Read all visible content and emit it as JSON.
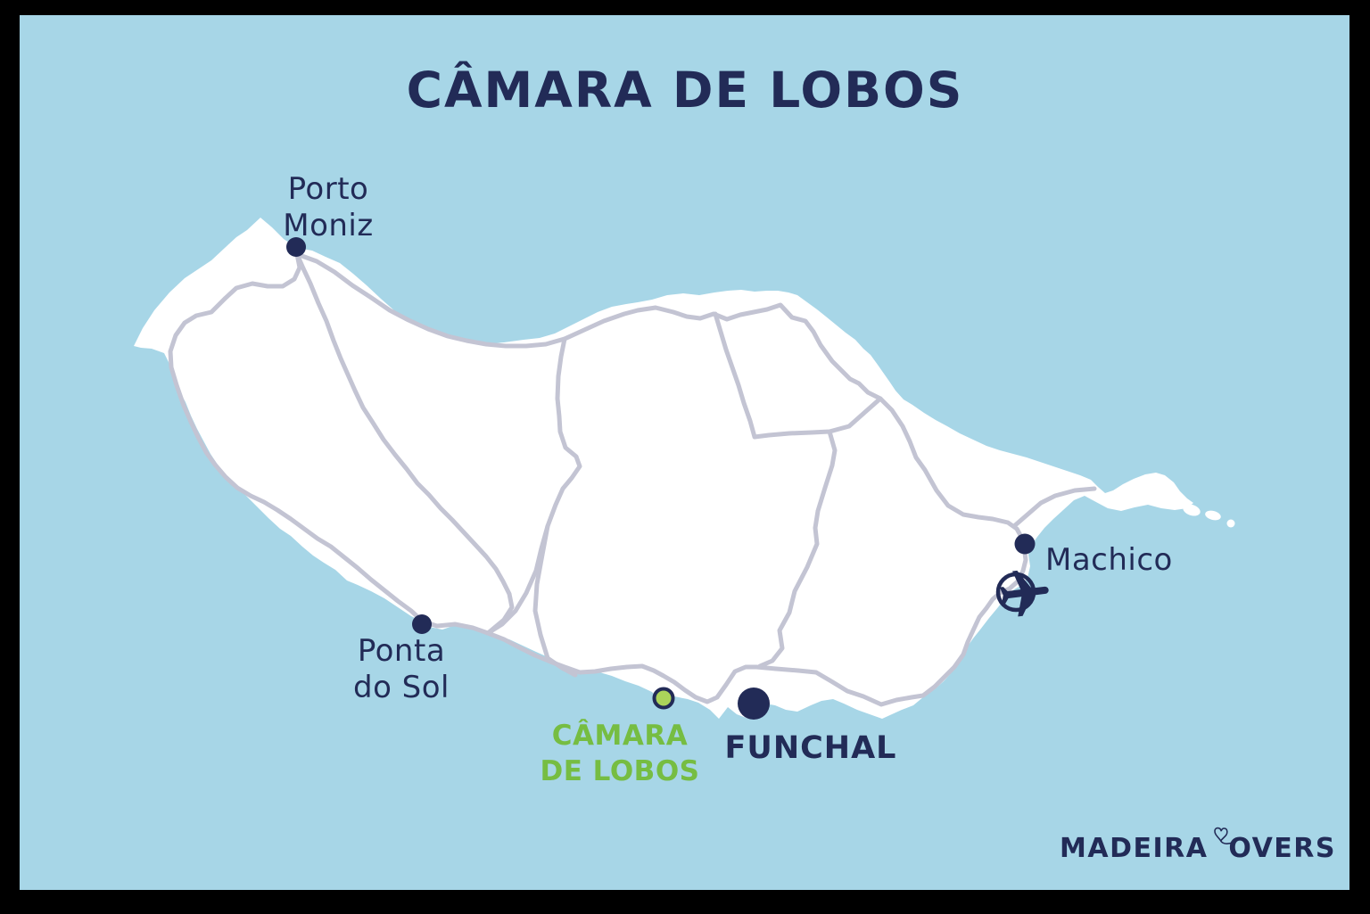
{
  "title": "CÂMARA DE LOBOS",
  "colors": {
    "frame": "#000000",
    "ocean": "#A7D6E7",
    "island": "#FFFFFF",
    "road": "#C3C4D3",
    "navy": "#222B57",
    "green_text": "#76BD42",
    "green_dot": "#ABD45A"
  },
  "markers": {
    "porto_moniz": {
      "line1": "Porto",
      "line2": "Moniz"
    },
    "ponta_do_sol": {
      "line1": "Ponta",
      "line2": "do Sol"
    },
    "camara_de_lobos": {
      "line1": "CÂMARA",
      "line2": "DE LOBOS"
    },
    "funchal": {
      "label": "FUNCHAL"
    },
    "machico": {
      "label": "Machico"
    }
  },
  "icons": {
    "airplane": "airport-plane-icon",
    "heart": "heart-l-icon"
  },
  "logo": {
    "part1": "MADEIRA",
    "part2": "OVERS"
  }
}
